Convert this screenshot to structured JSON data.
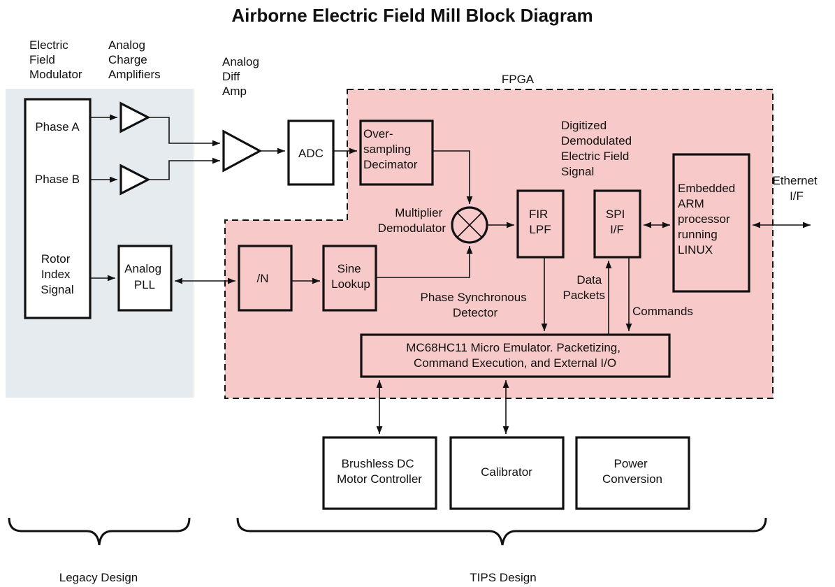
{
  "title": "Airborne Electric Field Mill Block Diagram",
  "regions": {
    "fpga": "FPGA"
  },
  "column_labels": {
    "modulator": [
      "Electric",
      "Field",
      "Modulator"
    ],
    "charge_amps": [
      "Analog",
      "Charge",
      "Amplifiers"
    ],
    "diff_amp": [
      "Analog",
      "Diff",
      "Amp"
    ]
  },
  "blocks": {
    "phase_a": "Phase A",
    "phase_b": "Phase B",
    "rotor": [
      "Rotor",
      "Index",
      "Signal"
    ],
    "analog_pll": [
      "Analog",
      "PLL"
    ],
    "adc": "ADC",
    "decimator": [
      "Over-",
      "sampling",
      "Decimator"
    ],
    "divider": "/N",
    "sine_lookup": [
      "Sine",
      "Lookup"
    ],
    "fir_lpf": [
      "FIR",
      "LPF"
    ],
    "spi": [
      "SPI",
      "I/F"
    ],
    "arm": [
      "Embedded",
      "ARM",
      "processor",
      "running",
      "LINUX"
    ],
    "micro_emulator": [
      "MC68HC11 Micro Emulator. Packetizing,",
      "Command Execution, and External I/O"
    ],
    "motor_controller": [
      "Brushless DC",
      "Motor Controller"
    ],
    "calibrator": "Calibrator",
    "power_conversion": [
      "Power",
      "Conversion"
    ]
  },
  "annotations": {
    "digitized_signal": [
      "Digitized",
      "Demodulated",
      "Electric Field",
      "Signal"
    ],
    "multiplier": [
      "Multiplier",
      "Demodulator"
    ],
    "phase_detector": [
      "Phase Synchronous",
      "Detector"
    ],
    "data_packets": [
      "Data",
      "Packets"
    ],
    "commands": "Commands",
    "ethernet": [
      "Ethernet",
      "I/F"
    ]
  },
  "braces": {
    "legacy": "Legacy Design",
    "tips": "TIPS Design"
  },
  "colors": {
    "legacy_region": "#e6ebf0",
    "fpga_region": "#f8c9c9",
    "block_stroke": "#111111"
  }
}
